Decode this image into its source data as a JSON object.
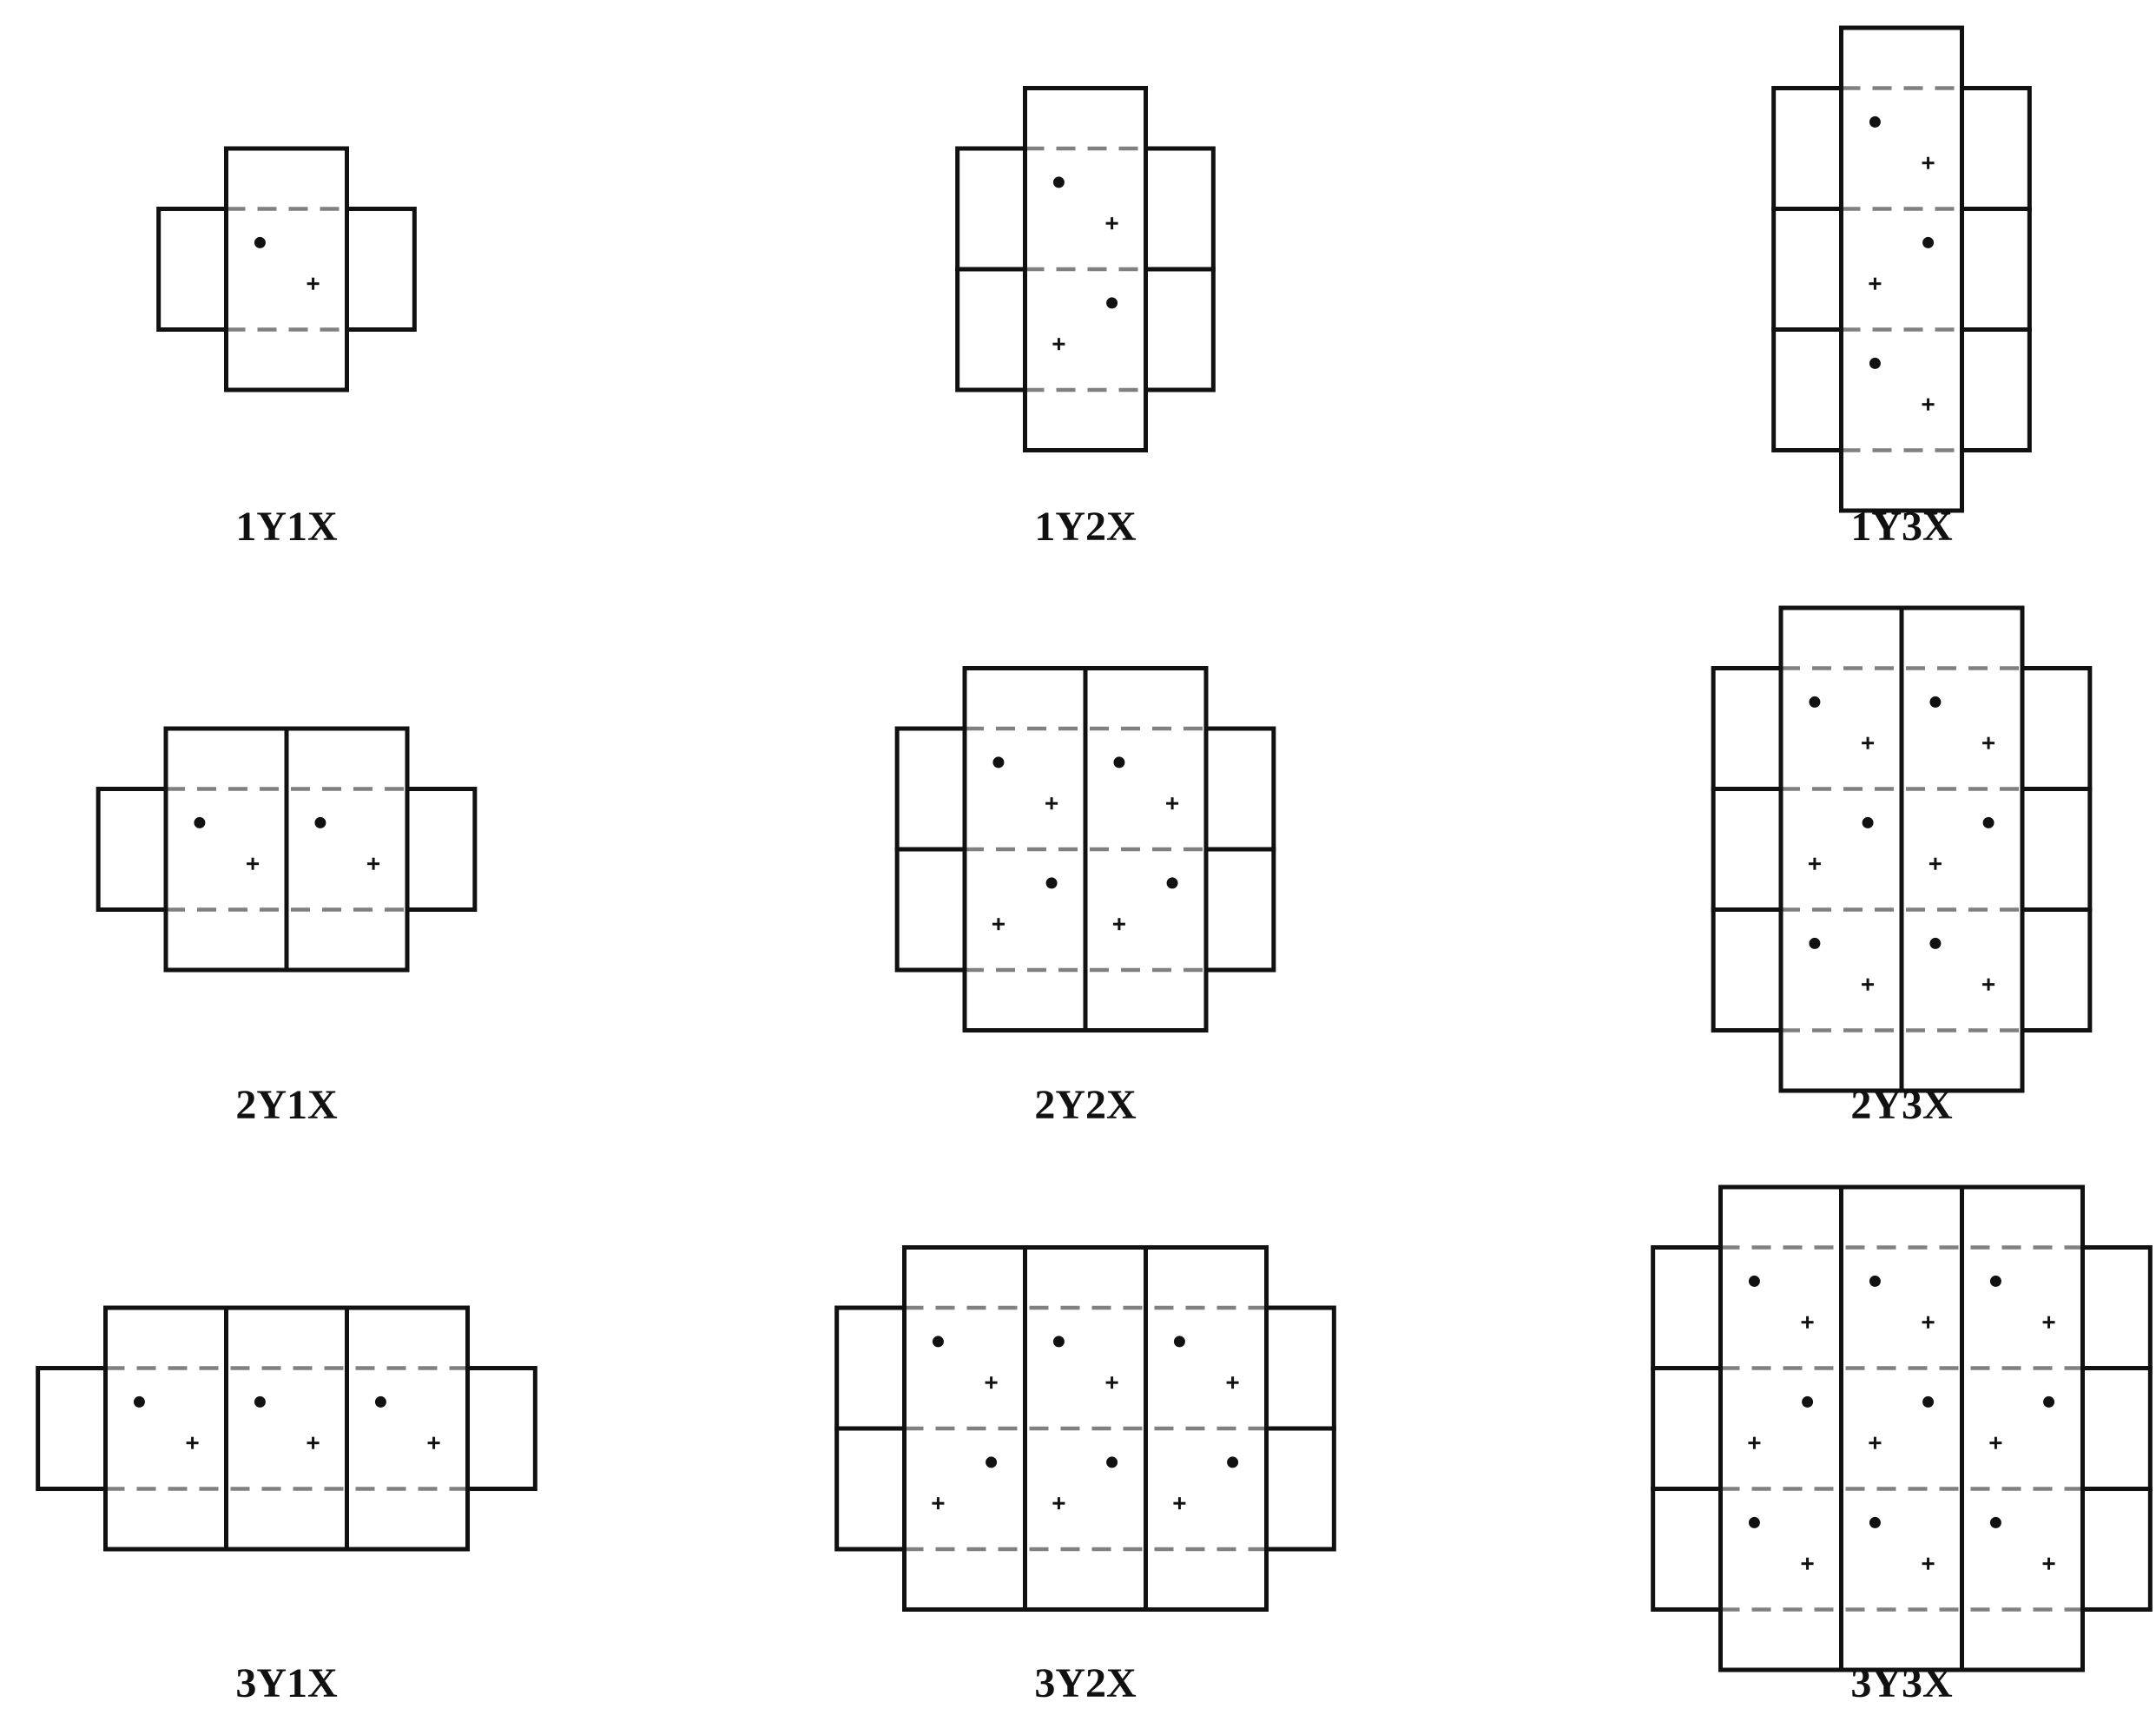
{
  "colors": {
    "outline": "#111111",
    "dashed_line": "#808080",
    "marker": "#111111",
    "background": "#ffffff"
  },
  "markers": {
    "dot": "filled-circle",
    "plus": "plus-sign"
  },
  "panels": [
    {
      "label": "1Y1X",
      "columns": 1,
      "rows": 1
    },
    {
      "label": "1Y2X",
      "columns": 1,
      "rows": 2
    },
    {
      "label": "1Y3X",
      "columns": 1,
      "rows": 3
    },
    {
      "label": "2Y1X",
      "columns": 2,
      "rows": 1
    },
    {
      "label": "2Y2X",
      "columns": 2,
      "rows": 2
    },
    {
      "label": "2Y3X",
      "columns": 2,
      "rows": 3
    },
    {
      "label": "3Y1X",
      "columns": 3,
      "rows": 1
    },
    {
      "label": "3Y2X",
      "columns": 3,
      "rows": 2
    },
    {
      "label": "3Y3X",
      "columns": 3,
      "rows": 3
    }
  ]
}
